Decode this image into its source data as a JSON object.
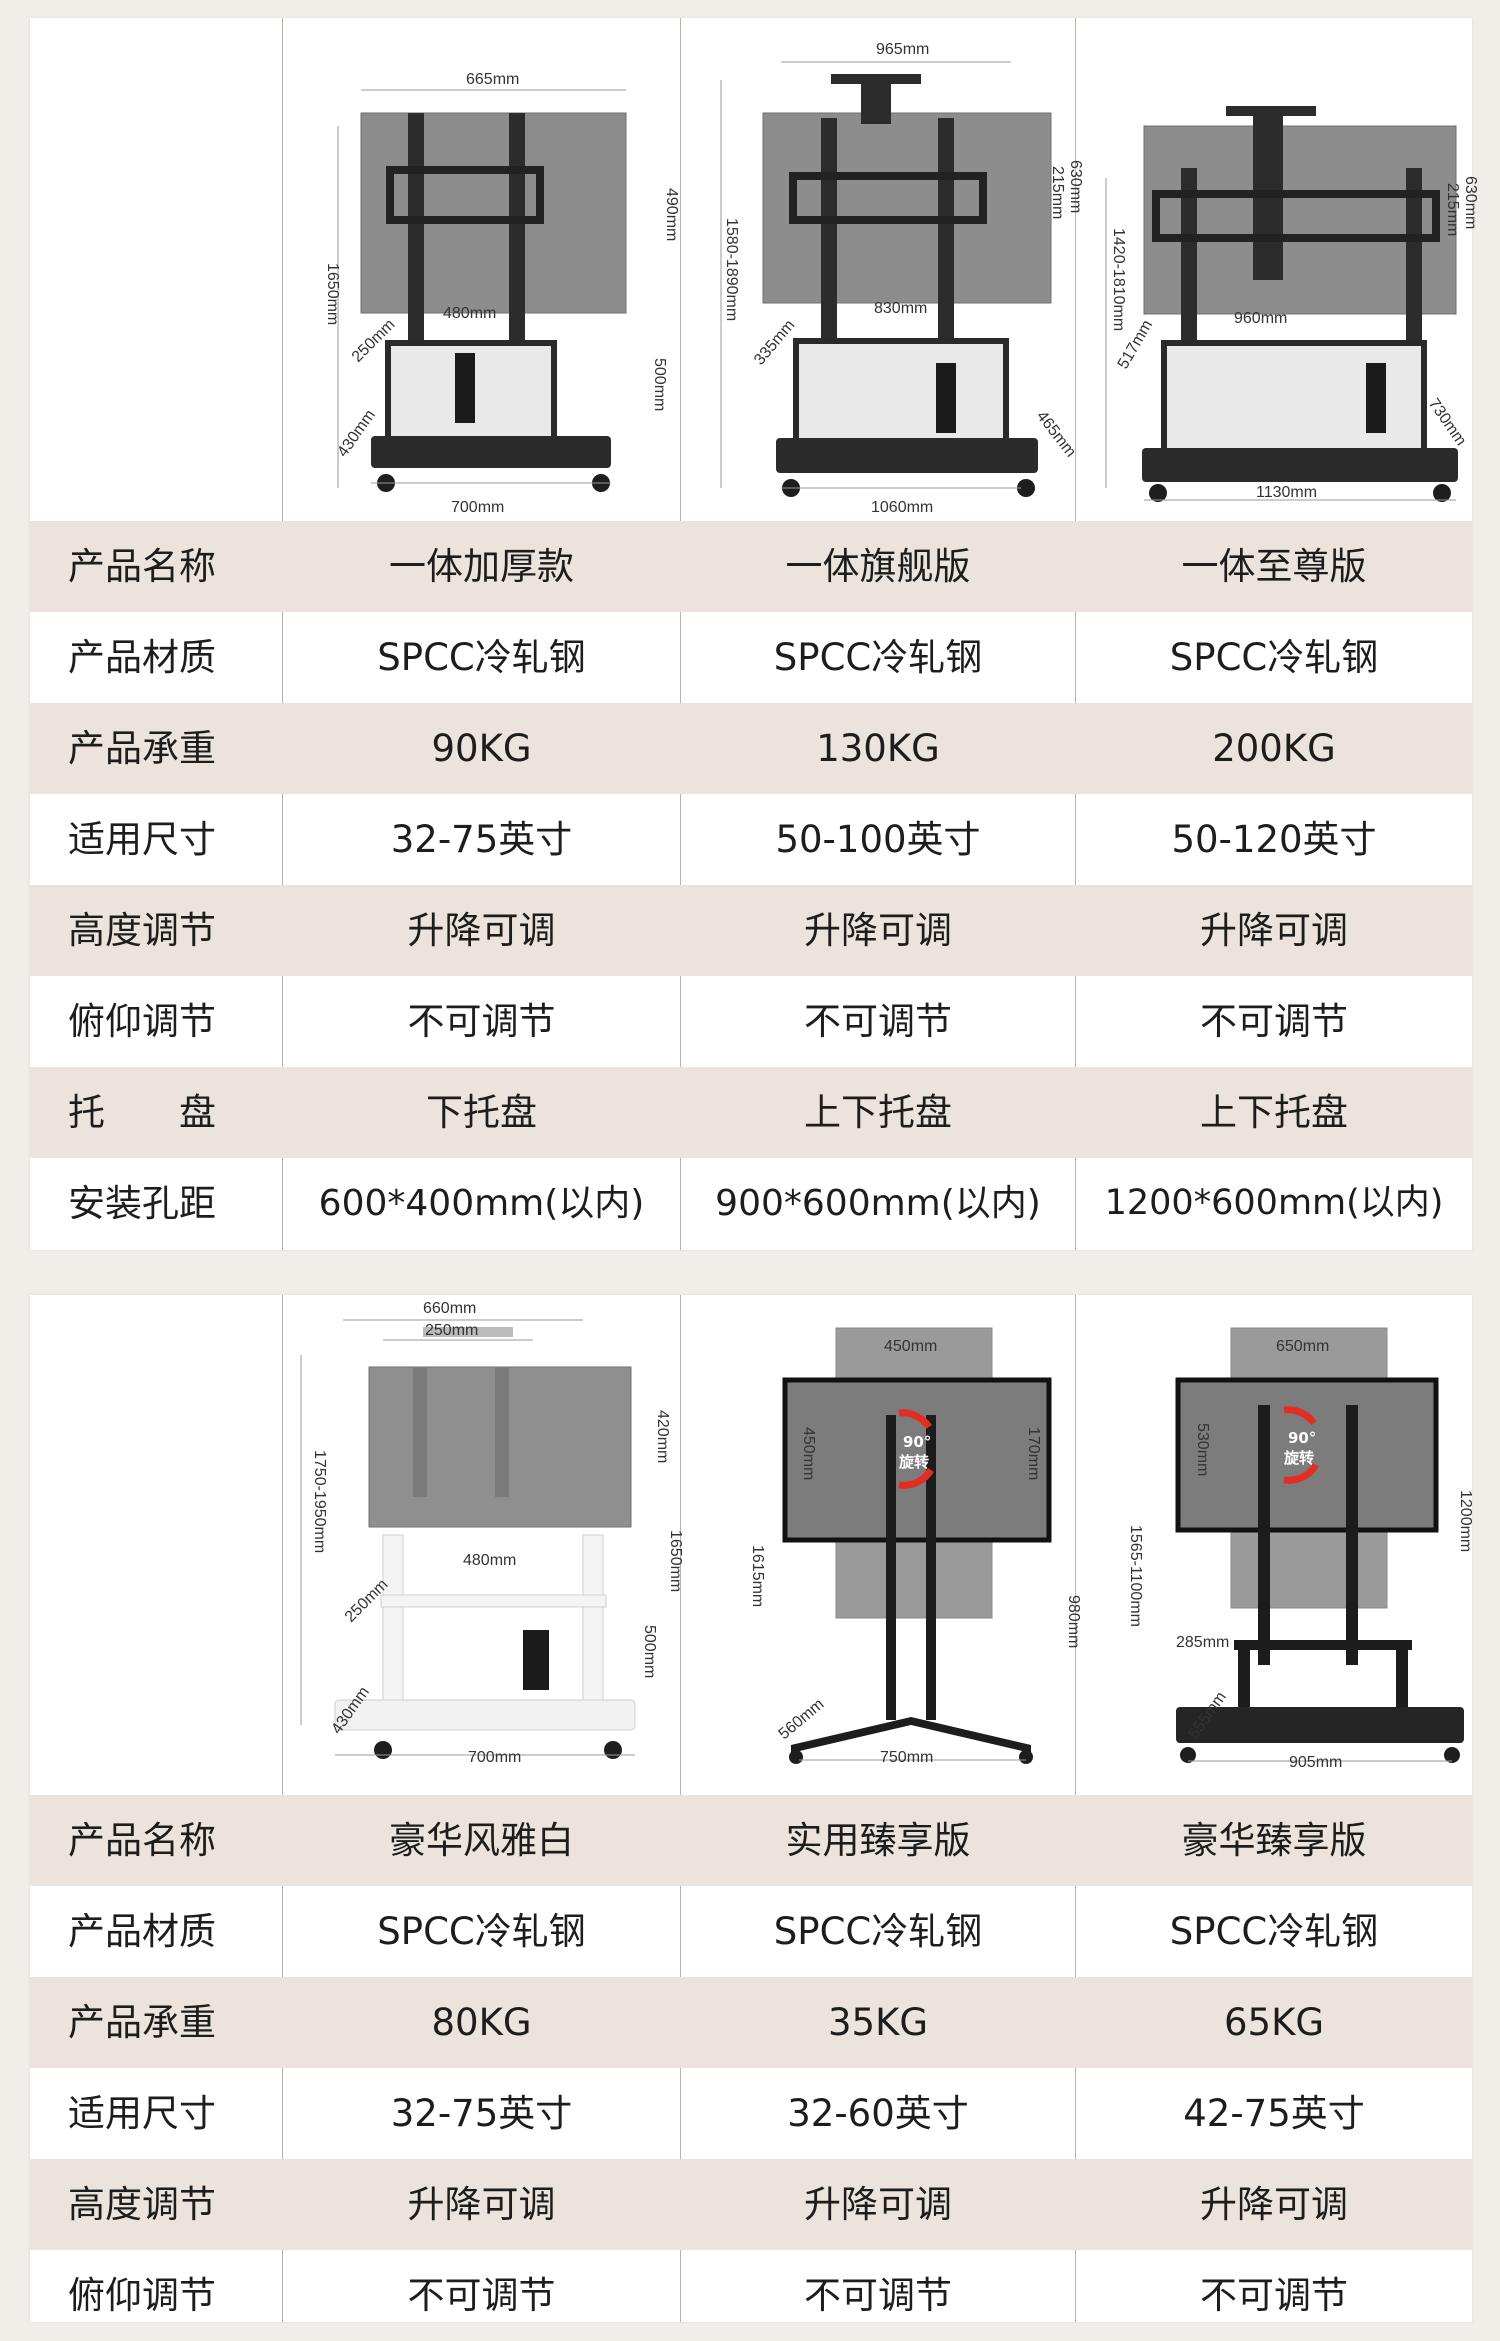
{
  "rows_labels": [
    "产品名称",
    "产品材质",
    "产品承重",
    "适用尺寸",
    "高度调节",
    "俯仰调节",
    "托　　盘",
    "安装孔距"
  ],
  "table1": {
    "products": [
      {
        "dims": {
          "top": "665mm",
          "right": "490mm",
          "left": "1650mm",
          "mid": "480mm",
          "diag": "250mm",
          "right2": "500mm",
          "base_diag": "430mm",
          "bottom": "700mm"
        },
        "values": [
          "一体加厚款",
          "SPCC冷轧钢",
          "90KG",
          "32-75英寸",
          "升降可调",
          "不可调节",
          "下托盘",
          "600*400mm(以内)"
        ]
      },
      {
        "dims": {
          "top": "965mm",
          "right_a": "215mm",
          "right_b": "630mm",
          "left": "1580-1890mm",
          "mid": "830mm",
          "diag": "335mm",
          "base_diag": "465mm",
          "bottom": "1060mm"
        },
        "values": [
          "一体旗舰版",
          "SPCC冷轧钢",
          "130KG",
          "50-100英寸",
          "升降可调",
          "不可调节",
          "上下托盘",
          "900*600mm(以内)"
        ]
      },
      {
        "dims": {
          "right_a": "215mm",
          "right_b": "630mm",
          "left": "1420-1810mm",
          "mid": "960mm",
          "diag": "517mm",
          "base_diag": "730mm",
          "bottom": "1130mm"
        },
        "values": [
          "一体至尊版",
          "SPCC冷轧钢",
          "200KG",
          "50-120英寸",
          "升降可调",
          "不可调节",
          "上下托盘",
          "1200*600mm(以内)"
        ]
      }
    ]
  },
  "table2": {
    "products": [
      {
        "dims": {
          "top_a": "660mm",
          "top_b": "250mm",
          "right": "420mm",
          "left": "1750-1950mm",
          "mid": "480mm",
          "right_long": "1650mm",
          "diag": "250mm",
          "right2": "500mm",
          "base_diag": "430mm",
          "bottom": "700mm"
        },
        "values": [
          "豪华风雅白",
          "SPCC冷轧钢",
          "80KG",
          "32-75英寸",
          "升降可调",
          "不可调节"
        ]
      },
      {
        "dims": {
          "top": "450mm",
          "left_in": "450mm",
          "right_in": "170mm",
          "left": "1615mm",
          "right": "980mm",
          "base_diag": "560mm",
          "bottom": "750mm",
          "rot_a": "90°",
          "rot_b": "旋转"
        },
        "values": [
          "实用臻享版",
          "SPCC冷轧钢",
          "35KG",
          "32-60英寸",
          "升降可调",
          "不可调节"
        ]
      },
      {
        "dims": {
          "top": "650mm",
          "left_in": "530mm",
          "right": "1200mm",
          "left": "1565-1100mm",
          "mid": "285mm",
          "base_diag": "555mm",
          "bottom": "905mm",
          "rot_a": "90°",
          "rot_b": "旋转"
        },
        "values": [
          "豪华臻享版",
          "SPCC冷轧钢",
          "65KG",
          "42-75英寸",
          "升降可调",
          "不可调节"
        ]
      }
    ]
  }
}
